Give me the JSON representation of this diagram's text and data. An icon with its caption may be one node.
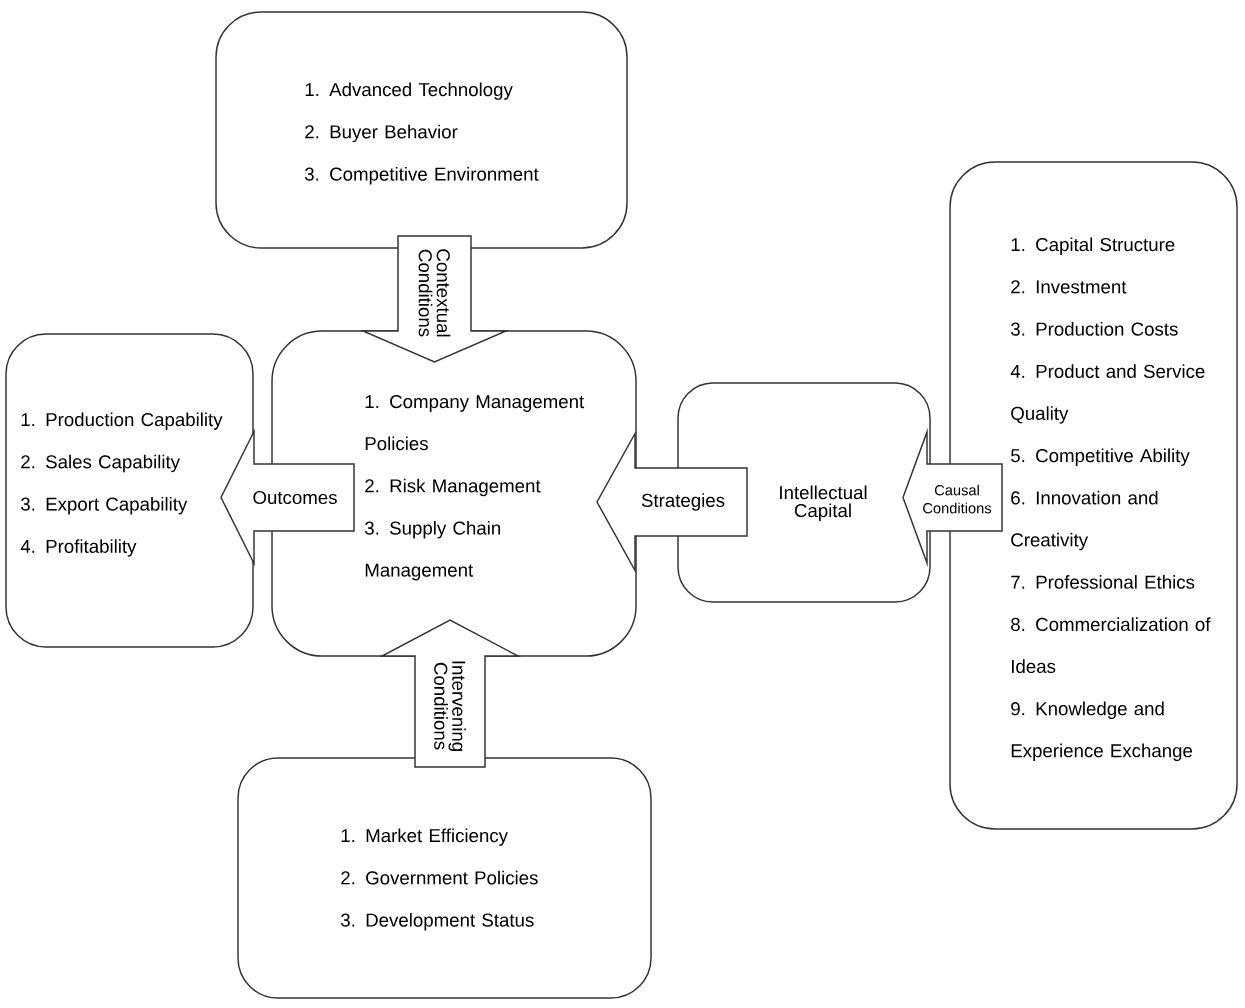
{
  "diagram": {
    "nodes": [
      {
        "text": [
          "1. Advanced Technology",
          "2. Buyer Behavior",
          "3. Competitive Environment"
        ]
      },
      {
        "text": [
          "1. Production Capability",
          "2. Sales Capability",
          "3. Export Capability",
          "4. Profitability"
        ]
      },
      {
        "text": [
          "1. Company Management Policies",
          "2. Risk Management",
          "3. Supply Chain Management"
        ]
      },
      {
        "text": [
          "Intellectual Capital"
        ]
      },
      {
        "text": [
          "1. Capital Structure",
          "2. Investment",
          "3. Production Costs",
          "4. Product and Service Quality",
          "5. Competitive Ability",
          "6. Innovation and Creativity",
          "7. Professional Ethics",
          "8. Commercialization of Ideas",
          "9. Knowledge and Experience Exchange"
        ]
      },
      {
        "text": [
          "1. Market Efficiency",
          "2. Government Policies",
          "3. Development Status"
        ]
      }
    ],
    "edges": [
      {
        "from": 0,
        "to": 2,
        "arrow": "to",
        "label": "Contextual Conditions"
      },
      {
        "from": 2,
        "to": 1,
        "arrow": "to",
        "label": "Outcomes"
      },
      {
        "from": 3,
        "to": 2,
        "arrow": "to",
        "label": "Strategies"
      },
      {
        "from": 4,
        "to": 3,
        "arrow": "to",
        "label": "Causal Conditions"
      },
      {
        "from": 5,
        "to": 2,
        "arrow": "to",
        "label": "Intervening Conditions"
      }
    ]
  }
}
